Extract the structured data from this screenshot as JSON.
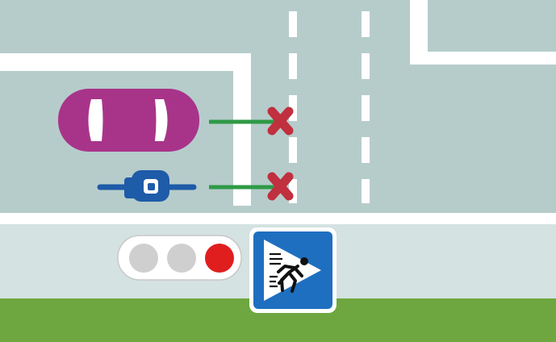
{
  "scene": {
    "description_label": "",
    "colors": {
      "road": "#B6CCCB",
      "sidewalk": "#D4E2E1",
      "grass": "#6EA73F",
      "marking": "#FFFFFF",
      "car": "#A8348A",
      "motorcycle": "#1E5BA8",
      "path_line": "#2E9A46",
      "stop_mark": "#C0303E",
      "light_off": "#CFCFCF",
      "light_red": "#E11E1E",
      "sign_blue": "#1E6FBF"
    },
    "vehicles": [
      {
        "kind": "car",
        "icon": "car-icon",
        "blocked": true
      },
      {
        "kind": "motorcycle",
        "icon": "motorcycle-icon",
        "blocked": true
      }
    ],
    "traffic_light": {
      "orientation": "horizontal",
      "lamps": [
        {
          "name": "lamp-1",
          "state": "off"
        },
        {
          "name": "lamp-2",
          "state": "off"
        },
        {
          "name": "lamp-3",
          "state": "red"
        }
      ]
    },
    "sign": {
      "type": "pedestrian-crossing",
      "icon": "pedestrian-icon"
    }
  }
}
